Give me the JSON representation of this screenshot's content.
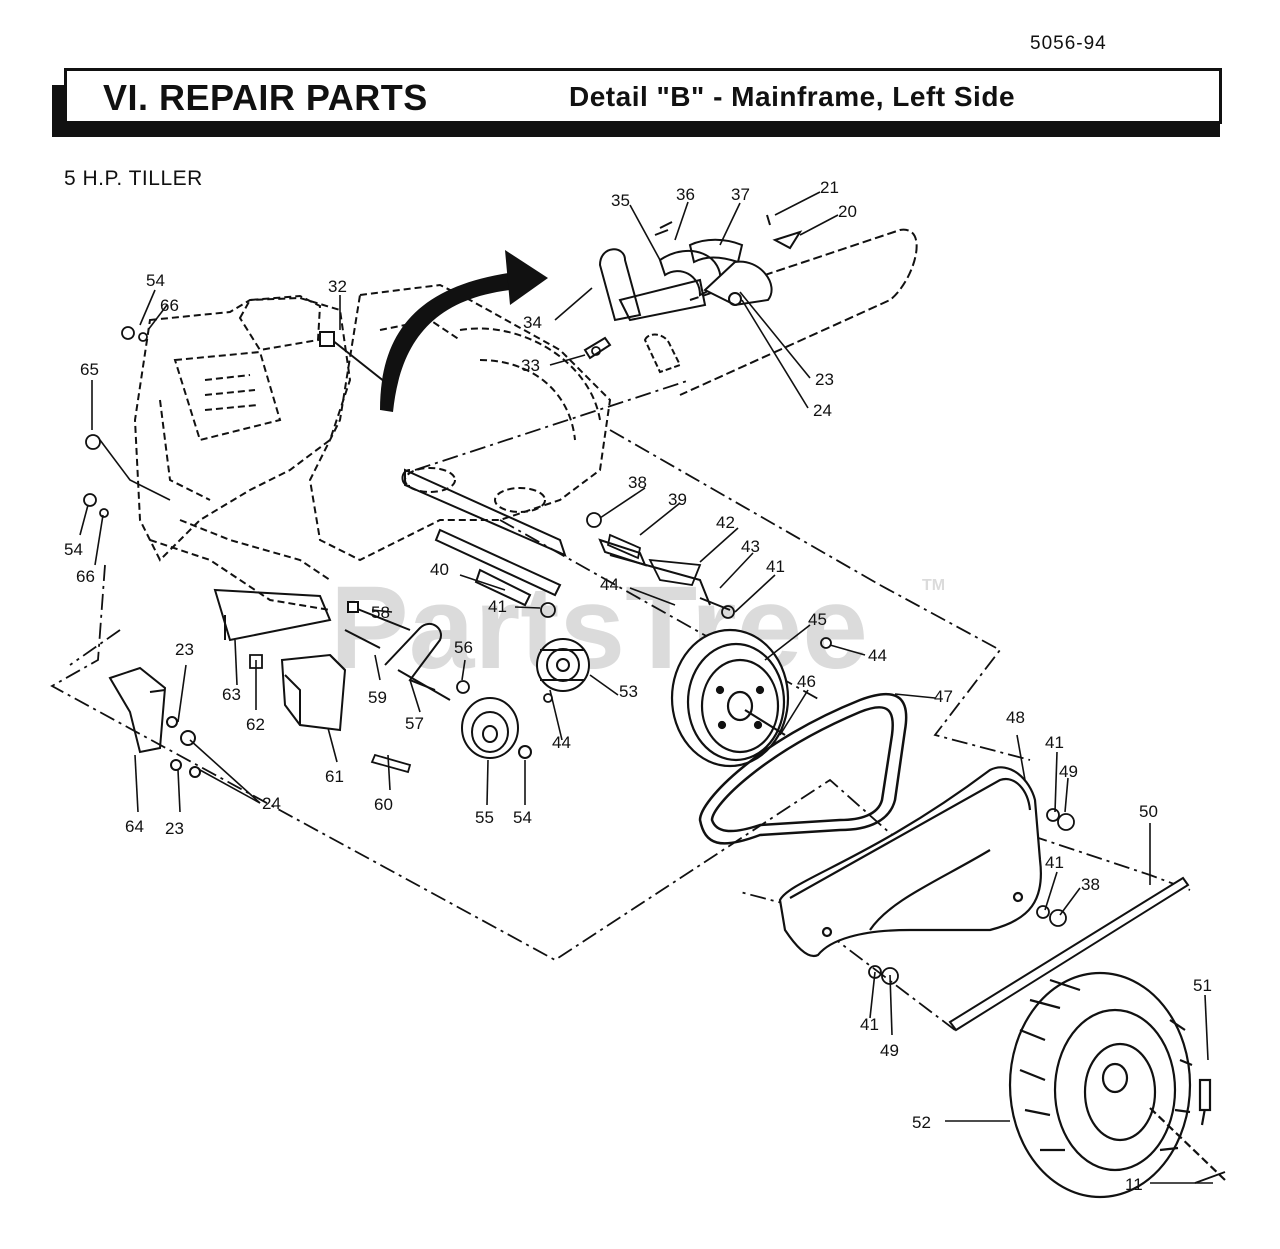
{
  "document_number": "5056-94",
  "header": {
    "title": "VI. REPAIR PARTS",
    "subtitle": "Detail \"B\" - Mainframe, Left Side"
  },
  "model_label": "5 H.P. TILLER",
  "watermark": {
    "text": "PartsTree",
    "tm": "TM"
  },
  "part_callouts": [
    "54",
    "66",
    "32",
    "65",
    "54",
    "66",
    "35",
    "36",
    "37",
    "21",
    "20",
    "34",
    "33",
    "23",
    "24",
    "38",
    "39",
    "42",
    "43",
    "41",
    "40",
    "44",
    "41",
    "58",
    "45",
    "44",
    "56",
    "53",
    "46",
    "47",
    "63",
    "59",
    "57",
    "44",
    "23",
    "62",
    "61",
    "48",
    "41",
    "49",
    "64",
    "24",
    "60",
    "55",
    "54",
    "23",
    "50",
    "41",
    "38",
    "41",
    "49",
    "51",
    "52",
    "11"
  ]
}
